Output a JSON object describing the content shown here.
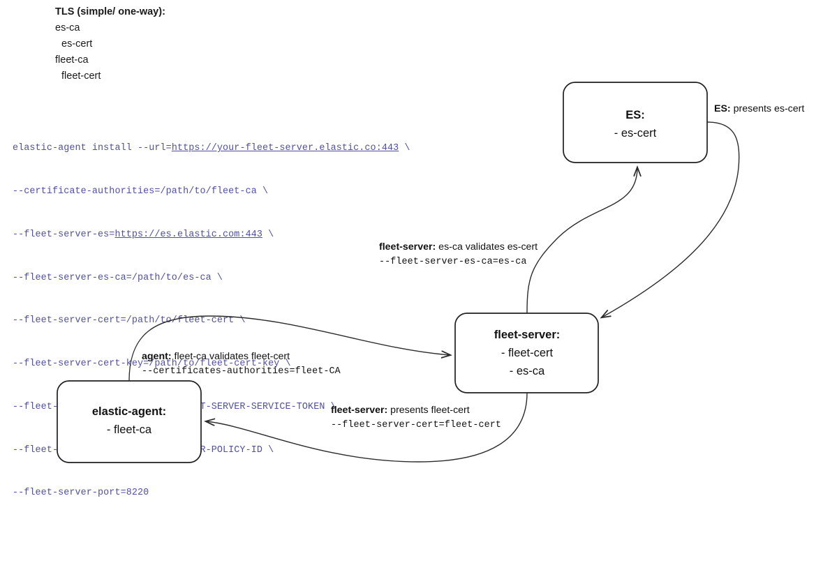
{
  "legend": {
    "title": "TLS (simple/ one-way):",
    "lines": [
      {
        "text": "es-ca",
        "indented": false
      },
      {
        "text": "es-cert",
        "indented": true
      },
      {
        "text": "fleet-ca",
        "indented": false
      },
      {
        "text": "fleet-cert",
        "indented": true
      }
    ]
  },
  "command": {
    "lines": [
      "elastic-agent install --url=https://your-fleet-server.elastic.co:443 \\",
      "--certificate-authorities=/path/to/fleet-ca \\",
      "--fleet-server-es=https://es.elastic.com:443 \\",
      "--fleet-server-es-ca=/path/to/es-ca \\",
      "--fleet-server-cert=/path/to/fleet-cert \\",
      "--fleet-server-cert-key=/path/to/fleet-cert-key \\",
      "--fleet-server-service-token=FLEET-SERVER-SERVICE-TOKEN \\",
      "--fleet-server-policy=FLEET-SERVER-POLICY-ID \\",
      "--fleet-server-port=8220"
    ],
    "line1_prefix": "elastic-agent install --url=",
    "line1_url": "https://your-fleet-server.elastic.co:443",
    "line1_suffix": " \\",
    "line3_prefix": "--fleet-server-es=",
    "line3_url": "https://es.elastic.com:443",
    "line3_suffix": " \\",
    "text_color": "#4f4fa4"
  },
  "nodes": {
    "es": {
      "title": "ES:",
      "items": [
        "- es-cert"
      ]
    },
    "fleet_server": {
      "title": "fleet-server:",
      "items": [
        "- fleet-cert",
        "- es-ca"
      ]
    },
    "elastic_agent": {
      "title": "elastic-agent:",
      "items": [
        "- fleet-ca"
      ]
    },
    "border_color": "#1f1f1f",
    "fill_color": "#ffffff"
  },
  "edges": {
    "es_presents": {
      "actor": "ES:",
      "text": " presents es-cert"
    },
    "fleet_validates": {
      "actor": "fleet-server:",
      "text": " es-ca validates es-cert",
      "flag": "--fleet-server-es-ca=es-ca"
    },
    "agent_validates": {
      "actor": "agent:",
      "text": " fleet-ca validates fleet-cert",
      "flag": "--certificates-authorities=fleet-CA"
    },
    "fleet_presents": {
      "actor": "fleet-server:",
      "text": " presents fleet-cert",
      "flag": "--fleet-server-cert=fleet-cert"
    },
    "stroke_color": "#2b2b2b"
  }
}
